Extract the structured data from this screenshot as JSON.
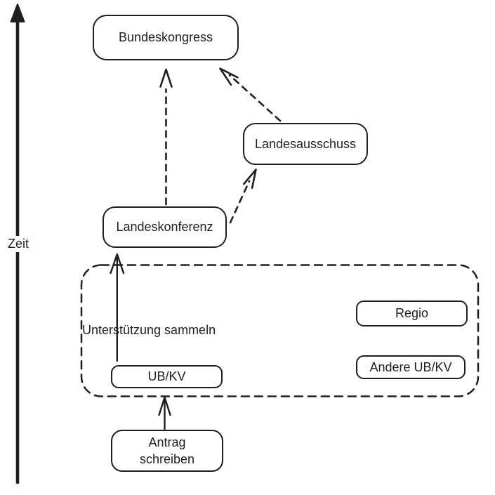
{
  "colors": {
    "ink": "#1f1f1f",
    "background": "#ffffff"
  },
  "axis": {
    "label": "Zeit",
    "direction": "vertical-up"
  },
  "annotation": {
    "text": "Unterstützung sammeln"
  },
  "diagram": {
    "nodes": [
      {
        "id": "bundeskongress",
        "label": "Bundeskongress"
      },
      {
        "id": "landesausschuss",
        "label": "Landesausschuss"
      },
      {
        "id": "landeskonferenz",
        "label": "Landeskonferenz"
      },
      {
        "id": "regio",
        "label": "Regio"
      },
      {
        "id": "andere-ubkv",
        "label": "Andere UB/KV"
      },
      {
        "id": "ubkv",
        "label": "UB/KV"
      },
      {
        "id": "antrag-schreiben",
        "label": "Antrag schreiben"
      }
    ],
    "edges": [
      {
        "from": "landeskonferenz",
        "to": "bundeskongress",
        "style": "dashed"
      },
      {
        "from": "landesausschuss",
        "to": "bundeskongress",
        "style": "dashed"
      },
      {
        "from": "landeskonferenz",
        "to": "landesausschuss",
        "style": "dashed"
      },
      {
        "from": "ubkv",
        "to": "landeskonferenz",
        "style": "solid",
        "label": "Unterstützung sammeln"
      },
      {
        "from": "antrag-schreiben",
        "to": "ubkv",
        "style": "solid"
      }
    ],
    "groups": [
      {
        "id": "dashed-region",
        "style": "dashed",
        "contains": [
          "ubkv",
          "regio",
          "andere-ubkv"
        ]
      }
    ]
  }
}
